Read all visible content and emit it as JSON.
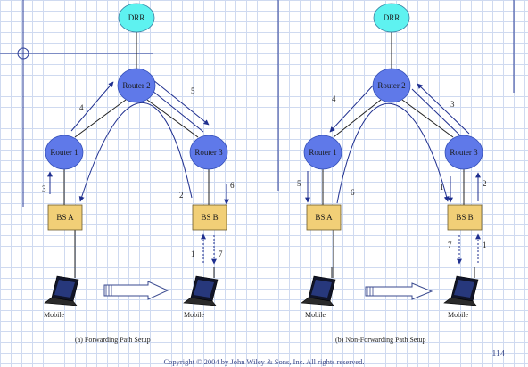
{
  "colors": {
    "dir_fill": "#5ef2f0",
    "router_fill": "#5f79e9",
    "bs_fill": "#f1cf77",
    "link": "#222222",
    "arrow": "#1f2f8f",
    "footer": "#3b4a8a"
  },
  "left_panel": {
    "directory": "DRR",
    "routers": {
      "top": "Router 2",
      "left": "Router 1",
      "right": "Router 3"
    },
    "base_stations": {
      "left": "BS A",
      "right": "BS B"
    },
    "steps": {
      "s1": "1",
      "s2": "2",
      "s3": "3",
      "s4": "4",
      "s5": "5",
      "s6": "6",
      "s7": "7"
    },
    "mobile_left": "Mobile",
    "mobile_right": "Mobile",
    "caption": "(a)  Forwarding Path Setup"
  },
  "right_panel": {
    "directory": "DRR",
    "routers": {
      "top": "Router 2",
      "left": "Router 1",
      "right": "Router 3"
    },
    "base_stations": {
      "left": "BS A",
      "right": "BS B"
    },
    "steps": {
      "s1": "1",
      "s2": "2",
      "s3": "3",
      "s4": "4",
      "s5": "5",
      "s6": "6",
      "s7": "7"
    },
    "mobile_left": "Mobile",
    "mobile_right": "Mobile",
    "caption": "(b) Non-Forwarding Path Setup"
  },
  "icons": [
    "laptop-icon",
    "move-arrow-icon"
  ],
  "page_number": "114",
  "footer": "Copyright  ©  2004 by John Wiley & Sons, Inc. All rights reserved."
}
